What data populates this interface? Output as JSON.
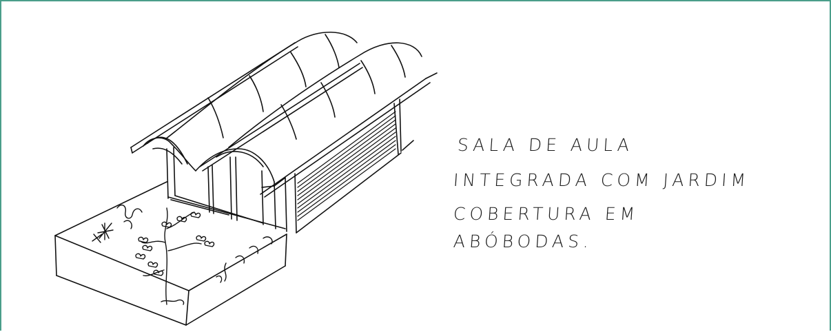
{
  "caption": {
    "line1": "SALA DE AULA",
    "line2": "INTEGRADA COM JARDIM",
    "line3": "COBERTURA   EM",
    "line4": "ABÓBODAS."
  }
}
